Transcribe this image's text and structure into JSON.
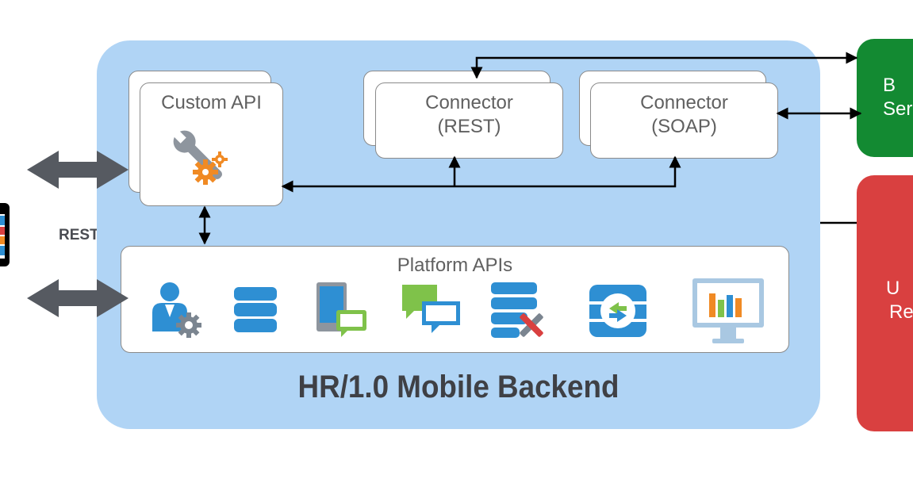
{
  "backend": {
    "title": "HR/1.0 Mobile Backend"
  },
  "custom_api": {
    "title": "Custom API",
    "icon": "wrench-gears-icon"
  },
  "connectors": [
    {
      "line1": "Connector",
      "line2": "(REST)"
    },
    {
      "line1": "Connector",
      "line2": "(SOAP)"
    }
  ],
  "platform": {
    "title": "Platform APIs",
    "icons": [
      "user-management-icon",
      "storage-icon",
      "device-notifications-icon",
      "collaboration-chat-icon",
      "database-tools-icon",
      "sync-icon",
      "analytics-icon"
    ]
  },
  "protocol_label": "REST",
  "external": {
    "green_box": {
      "line1": "B",
      "line2": "Ser"
    },
    "red_box": {
      "line1": "U",
      "line2": "Re"
    }
  },
  "colors": {
    "backend_fill": "#b0d4f5",
    "arrow_gray": "#565a61",
    "green": "#138a32",
    "red": "#d94040",
    "icon_blue": "#2e8fd3",
    "icon_orange": "#f08a24",
    "icon_green": "#7fc24a"
  }
}
